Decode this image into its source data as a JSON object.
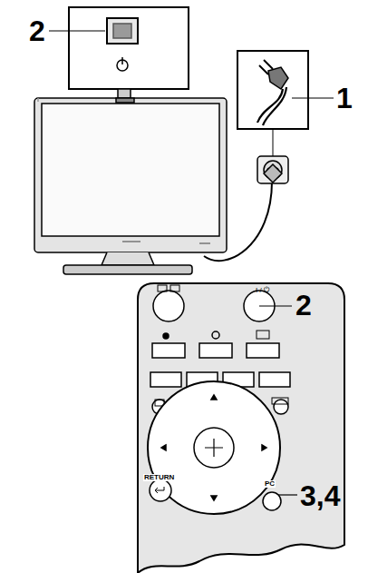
{
  "diagram": {
    "labels": [
      "2",
      "1",
      "2",
      "3,4",
      "RETURN",
      "PC"
    ]
  }
}
